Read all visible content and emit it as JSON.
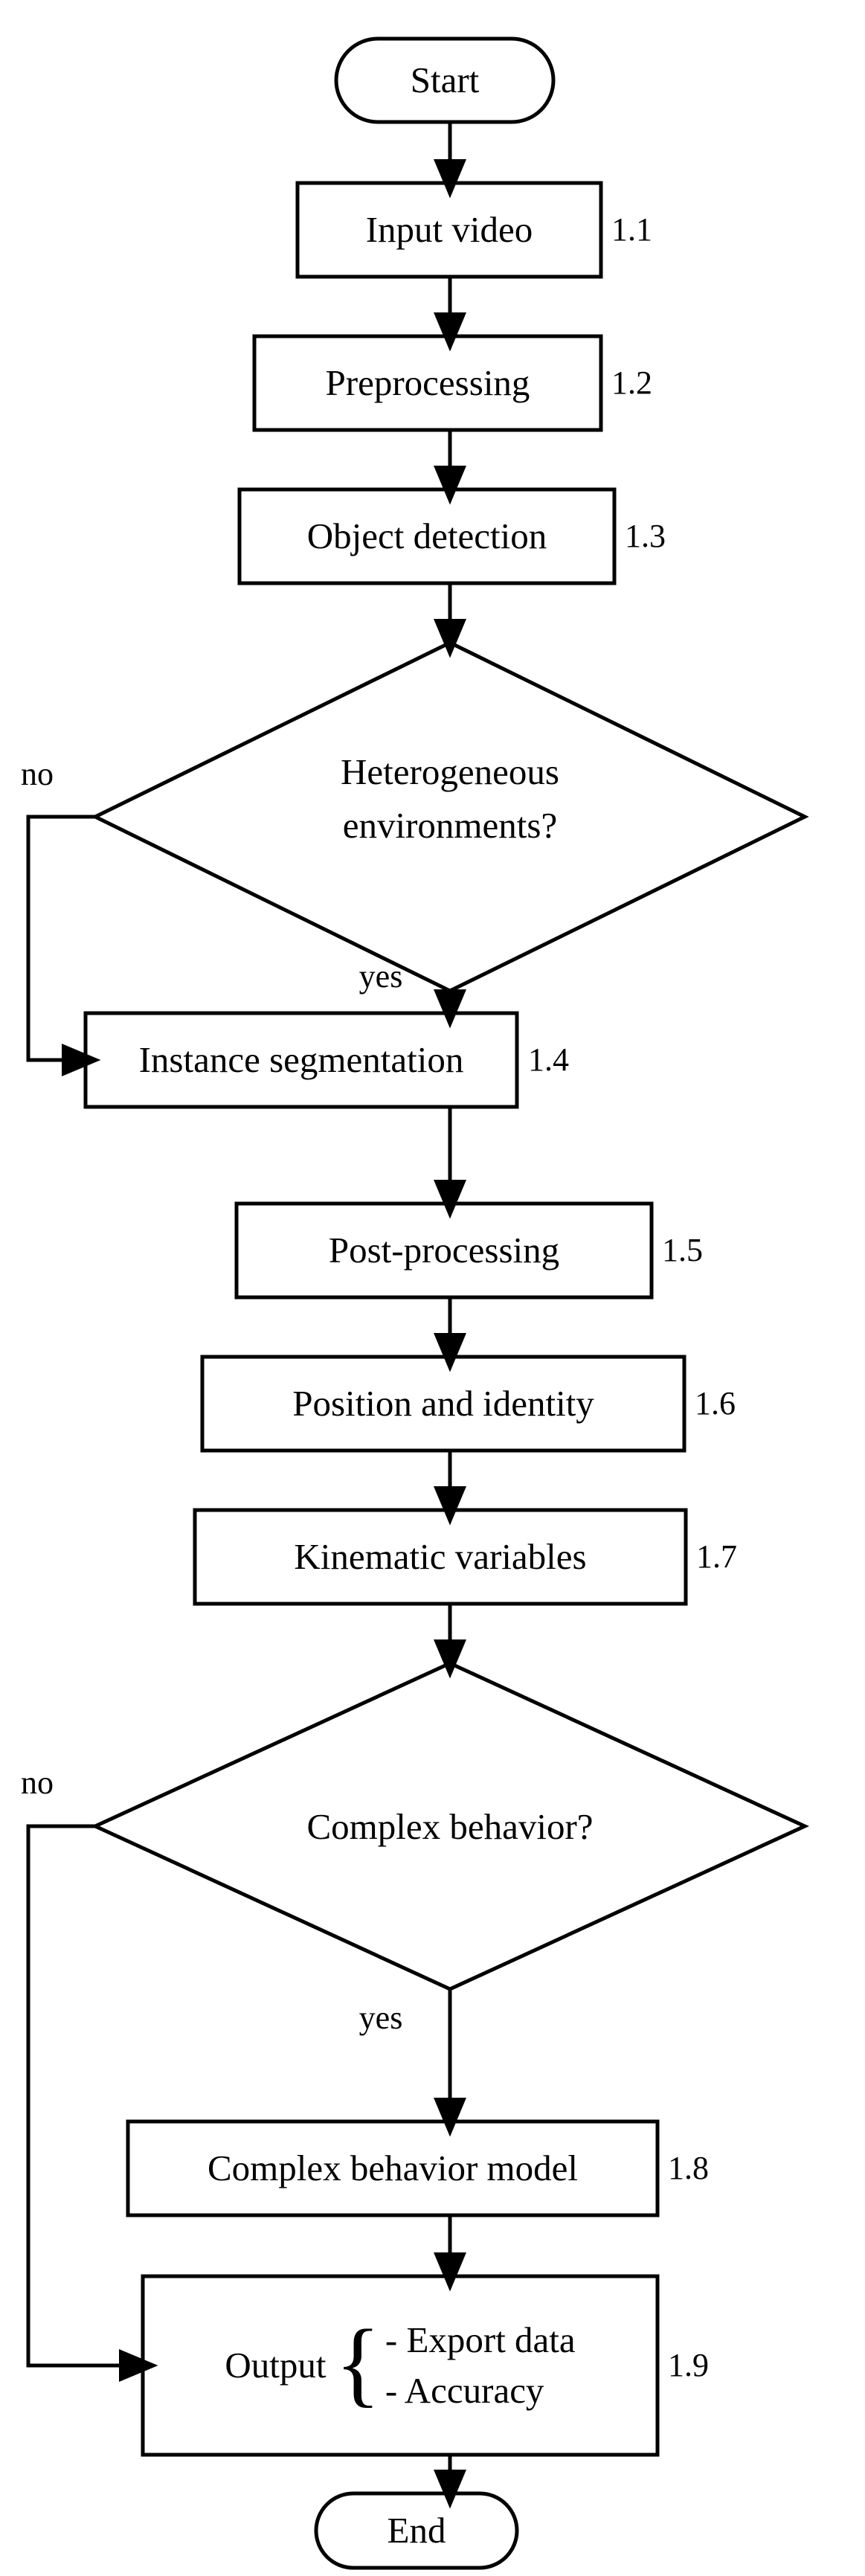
{
  "diagram": {
    "title": "Object tracking pipeline flowchart",
    "stroke_color": "#000000",
    "fill_color": "#ffffff",
    "background": "#ffffff"
  },
  "nodes": {
    "start": {
      "label": "Start",
      "shape": "terminal",
      "step": ""
    },
    "n11": {
      "label": "Input video",
      "shape": "process",
      "step": "1.1"
    },
    "n12": {
      "label": "Preprocessing",
      "shape": "process",
      "step": "1.2"
    },
    "n13": {
      "label": "Object detection",
      "shape": "process",
      "step": "1.3"
    },
    "d1_l1": {
      "label": "Heterogeneous",
      "shape": "decision",
      "step": ""
    },
    "d1_l2": {
      "label": "environments?",
      "shape": "decision",
      "step": ""
    },
    "n14": {
      "label": "Instance segmentation",
      "shape": "process",
      "step": "1.4"
    },
    "n15": {
      "label": "Post-processing",
      "shape": "process",
      "step": "1.5"
    },
    "n16": {
      "label": "Position and identity",
      "shape": "process",
      "step": "1.6"
    },
    "n17": {
      "label": "Kinematic variables",
      "shape": "process",
      "step": "1.7"
    },
    "d2": {
      "label": "Complex behavior?",
      "shape": "decision",
      "step": ""
    },
    "n18": {
      "label": "Complex behavior model",
      "shape": "process",
      "step": "1.8"
    },
    "n19": {
      "label": "Output",
      "shape": "process",
      "step": "1.9",
      "items": [
        "- Export data",
        "- Accuracy"
      ]
    },
    "end": {
      "label": "End",
      "shape": "terminal",
      "step": ""
    }
  },
  "edge_labels": {
    "d1_no": "no",
    "d1_yes": "yes",
    "d2_no": "no",
    "d2_yes": "yes"
  }
}
